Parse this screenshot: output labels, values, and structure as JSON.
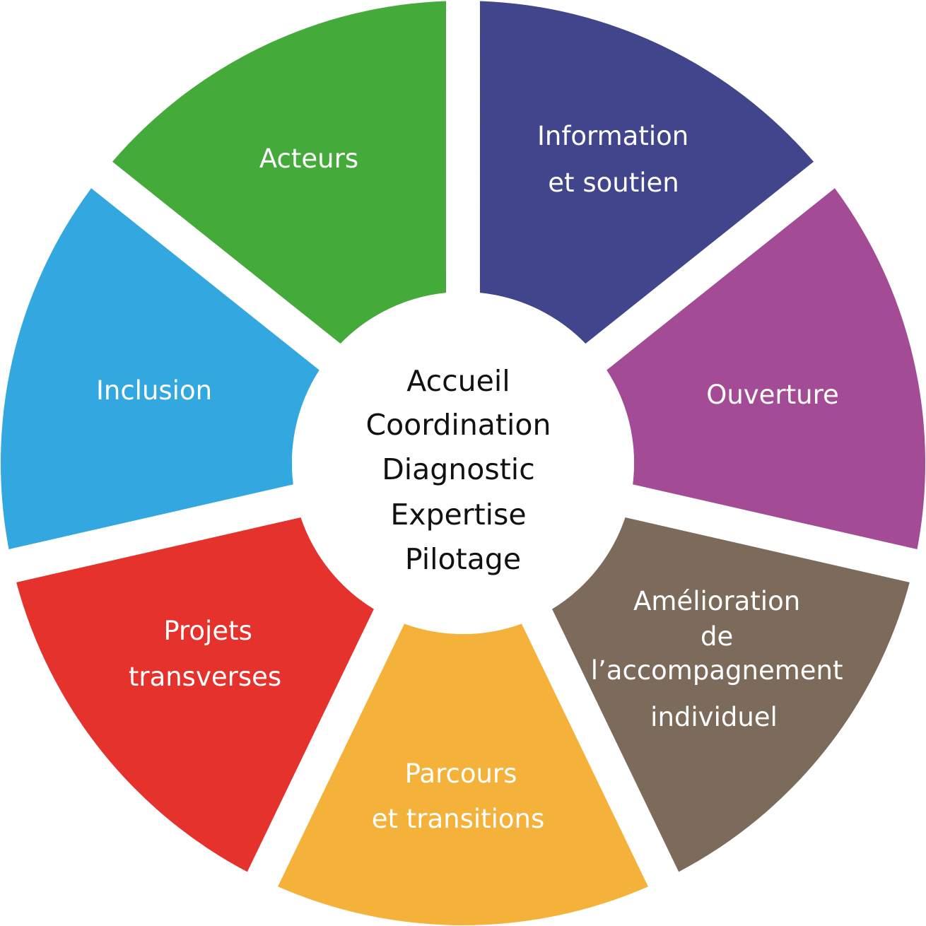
{
  "center": {
    "lines": [
      "Accueil",
      "Coordination",
      "Diagnostic",
      "Expertise",
      "Pilotage"
    ]
  },
  "segments": [
    {
      "key": "acteurs",
      "lines": [
        "Acteurs"
      ],
      "color": "#40458c"
    },
    {
      "key": "information",
      "lines": [
        "Information",
        "et soutien"
      ],
      "color": "#a44b96"
    },
    {
      "key": "ouverture",
      "lines": [
        "Ouverture"
      ],
      "color": "#7c6b5b"
    },
    {
      "key": "amelioration",
      "lines": [
        "Amélioration",
        "de",
        "l’accompagnement",
        "individuel"
      ],
      "color": "#f5b23a"
    },
    {
      "key": "parcours",
      "lines": [
        "Parcours",
        "et transitions"
      ],
      "color": "#e5322d"
    },
    {
      "key": "projets",
      "lines": [
        "Projets",
        "transverses"
      ],
      "color": "#33a8e0"
    },
    {
      "key": "inclusion",
      "lines": [
        "Inclusion"
      ],
      "color": "#44ab3b"
    }
  ],
  "background": "#ffffff"
}
